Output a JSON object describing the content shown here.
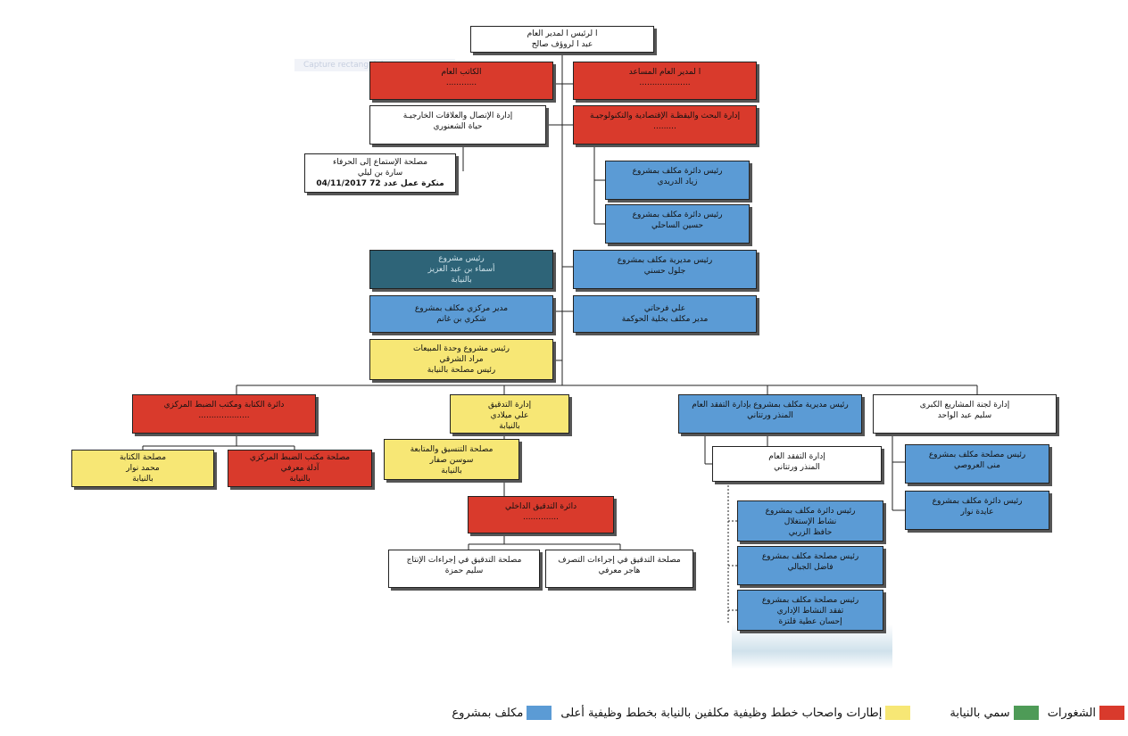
{
  "overlay": {
    "capture_label": "Capture rectangulaire"
  },
  "nodes": {
    "ceo": [
      "ا لرئيس ا لمدير العام",
      "عبد ا لروؤف صالح"
    ],
    "secretary_general": [
      "الكاتب العام",
      "............"
    ],
    "assistant_dg": [
      "ا لمدير العام المساعد",
      "...................."
    ],
    "comm_dept": [
      "إدارة الإتصال والعلاقات الخارجيـة",
      "حياة الشعنوري"
    ],
    "research_dept": [
      "إدارة البحث واليقظـة الإقتصادية والتكنولوجيـة",
      "........."
    ],
    "listening_service": [
      "مصلحة الإستماع إلى الحرفاء",
      "سارة بن ليلي",
      "منكرة عمل عدد 72  04/11/2017"
    ],
    "project_circle_1": [
      "رئيس دائرة مكلف بمشروع",
      "زياد الدريدي"
    ],
    "project_circle_2": [
      "رئيس دائرة مكلف بمشروع",
      "حسين الساحلي"
    ],
    "project_head_teal": [
      "رئيس مشروع",
      "أسماء بن عبد العزيز",
      "بالنيابة"
    ],
    "project_director_1": [
      "رئيس مديرية مكلف بمشروع",
      "جلول حسني"
    ],
    "central_director": [
      "مدير مركزي مكلف بمشروع",
      "شكري بن غانم"
    ],
    "governance_director": [
      "علي فرحاتي",
      "مدير مكلف بخلية الحوكمة"
    ],
    "sales_unit": [
      "رئيس مشروع وحدة المبيعات",
      "مراد الشرقي",
      "رئيس مصلحة بالنيابة"
    ],
    "registry_dept": [
      "دائرة الكتابة ومكتب الضبط المركزي",
      "...................."
    ],
    "audit_dept": [
      "إدارة التدقيق",
      "علي ميلادي",
      "بالنيابة"
    ],
    "control_director": [
      "رئيس مديرية مكلف بمشروع بإدارة التفقد العام",
      "المنذر ورتتاني"
    ],
    "major_projects": [
      "إدارة لجنة المشاريع الكبرى",
      "سليم عبد الواحد"
    ],
    "writing_service": [
      "مصلحة الكتابة",
      "محمد نوار",
      "بالنيابة"
    ],
    "central_registry_service": [
      "مصلحة مكتب الضبط المركزي",
      "آدلة معرفي",
      "بالنيابة"
    ],
    "coordination_service": [
      "مصلحة التنسيق والمتابعة",
      "سوسن صفار",
      "بالنيابة"
    ],
    "general_inspection": [
      "إدارة التفقد العام",
      "المنذر ورتتاني"
    ],
    "service_head_1": [
      "رئيس مصلحة مكلف بمشروع",
      "منى العروصي"
    ],
    "circle_head_3": [
      "رئيس دائرة مكلف بمشروع",
      "عايدة نوار"
    ],
    "internal_audit": [
      "دائرة التدقيق الداخلي",
      ".............."
    ],
    "circle_head_4": [
      "رئيس دائرة مكلف بمشروع",
      "نشاط الإستغلال",
      "حافظ الزربي"
    ],
    "service_head_2": [
      "رئيس مصلحة مكلف بمشروع",
      "فاضل الجبالي"
    ],
    "service_head_3": [
      "رئيس مصلحة مكلف بمشروع",
      "تفقد النشاط الإداري",
      "إحسان عطية قلتزة"
    ],
    "production_audit": [
      "مصلحة التدقيق في إجراءات الإنتاج",
      "سليم حمزة"
    ],
    "disposal_audit": [
      "مصلحة التدقيق في إجراءات التصرف",
      "هاجر معرفي"
    ]
  },
  "legend": {
    "colors": {
      "red": "#d93a2c",
      "green": "#4e9b57",
      "yellow": "#f7e775",
      "blue": "#5b9bd5"
    },
    "red_label": "الشغورات",
    "green_label": "سمي بالنيابة",
    "yellow_label": "إطارات واصحاب خطط وظيفية مكلفين بالنيابة بخطط وظيفية أعلى",
    "blue_label": "مكلف بمشروع"
  }
}
